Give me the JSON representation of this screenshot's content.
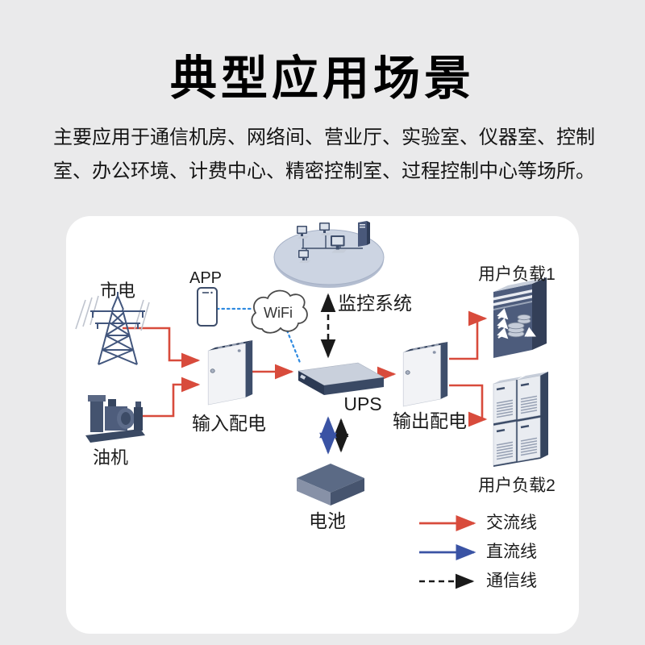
{
  "page": {
    "title": "典型应用场景",
    "description_line1": "主要应用于通信机房、网络间、营业厅、实验室、仪器室、控制",
    "description_line2": "室、办公环境、计费中心、精密控制室、过程控制中心等场所。",
    "background_color": "#eaeaeb",
    "card_color": "#ffffff"
  },
  "diagram": {
    "nodes": {
      "mains": "市电",
      "generator": "油机",
      "app": "APP",
      "wifi": "WiFi",
      "monitoring": "监控系统",
      "input_pdu": "输入配电",
      "ups": "UPS",
      "output_pdu": "输出配电",
      "load1": "用户负载1",
      "load2": "用户负载2",
      "battery": "电池"
    },
    "icons": {
      "mains": "transmission-tower-icon",
      "generator": "diesel-generator-icon",
      "app": "smartphone-icon",
      "wifi": "cloud-icon",
      "monitoring": "computer-network-icon",
      "input_pdu": "distribution-cabinet-icon",
      "ups": "ups-rack-icon",
      "output_pdu": "distribution-cabinet-icon",
      "load1": "server-tower-icon",
      "load2": "server-rack-group-icon",
      "battery": "battery-box-icon"
    },
    "legend": {
      "ac": {
        "label": "交流线",
        "color": "#d84b3c",
        "style": "solid-arrow"
      },
      "dc": {
        "label": "直流线",
        "color": "#3a53a4",
        "style": "solid-arrow"
      },
      "comm": {
        "label": "通信线",
        "color": "#1a1a1a",
        "style": "dashed-arrow"
      }
    },
    "colors": {
      "ac_line": "#d84b3c",
      "dc_line": "#3a53a4",
      "comm_line": "#1a1a1a",
      "wifi_link": "#2f8ae0",
      "icon_navy": "#3e4e6b",
      "ellipse_fill": "#ccd4e2"
    }
  }
}
